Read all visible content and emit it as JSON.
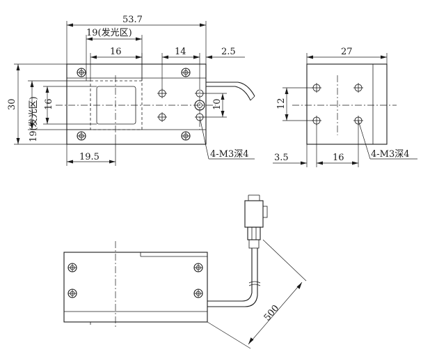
{
  "front_view": {
    "overall_length": "53.7",
    "emit_width": "19(发光区)",
    "inner_width": "16",
    "hole_pitch_x": "14",
    "offset_right": "2.5",
    "overall_height": "30",
    "emit_height": "19(发光区)",
    "inner_height": "16",
    "hole_pitch_y": "10",
    "left_offset": "19.5",
    "thread_note": "4-M3深4"
  },
  "side_view": {
    "width": "27",
    "hole_pitch_y": "12",
    "left_offset": "3.5",
    "hole_pitch_x": "16",
    "thread_note": "4-M3深4"
  },
  "bottom_view": {
    "cable_length": "500"
  },
  "colors": {
    "line": "#1a1a1a",
    "background": "#ffffff"
  }
}
